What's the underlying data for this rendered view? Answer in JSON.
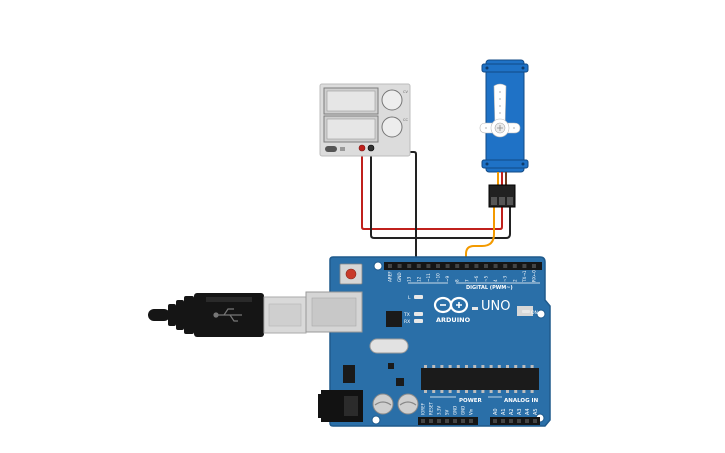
{
  "arduino": {
    "brand_text": "ARDUINO",
    "model_text": "UNO",
    "digital_label": "DIGITAL (PWM~)",
    "digital_pins": [
      "AREF",
      "GND",
      "13",
      "12",
      "~11",
      "~10",
      "~9",
      "8",
      "7",
      "~6",
      "~5",
      "4",
      "~3",
      "2",
      "TX→1",
      "RX←0"
    ],
    "power_label": "POWER",
    "power_pins": [
      "IOREF",
      "RESET",
      "3.3V",
      "5V",
      "GND",
      "GND",
      "Vin"
    ],
    "analog_label": "ANALOG IN",
    "analog_pins": [
      "A0",
      "A1",
      "A2",
      "A3",
      "A4",
      "A5"
    ],
    "led_labels": [
      "L",
      "TX",
      "RX"
    ],
    "on_label": "ON"
  },
  "power_supply": {
    "knob_labels": [
      "CV",
      "CC"
    ]
  },
  "colors": {
    "board_blue": "#2a6fa8",
    "board_dark": "#1f5a8c",
    "wire_red": "#c0201c",
    "wire_black": "#222222",
    "wire_orange": "#f39a00",
    "servo_blue": "#1f72c6"
  },
  "icons": {
    "logo": "arduino-infinity-logo",
    "usb": "usb-b-plug",
    "servo": "micro-servo"
  }
}
